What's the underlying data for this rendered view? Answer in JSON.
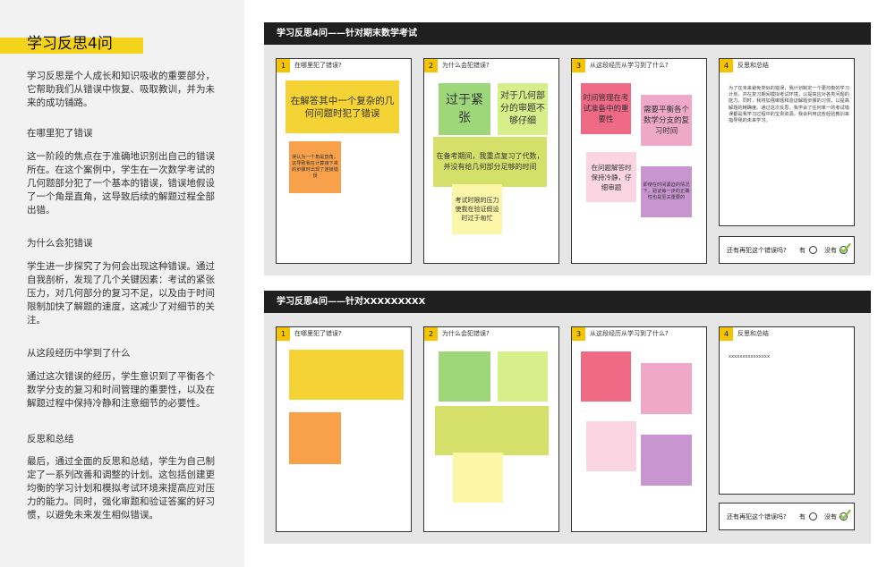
{
  "sidebar": {
    "title": "学习反思4问",
    "intro": "学习反思是个人成长和知识吸收的重要部分，它帮助我们从错误中恢复、吸取教训，并为未来的成功铺路。",
    "sections": [
      {
        "heading": "在哪里犯了错误",
        "text": "这一阶段的焦点在于准确地识别出自己的错误所在。在这个案例中，学生在一次数学考试的几何题部分犯了一个基本的错误，错误地假设了一个角是直角，这导致后续的解题过程全部出错。"
      },
      {
        "heading": "为什么会犯错误",
        "text": "学生进一步探究了为何会出现这种错误。通过自我剖析，发现了几个关键因素：考试的紧张压力，对几何部分的复习不足，以及由于时间限制加快了解题的速度，这减少了对细节的关注。"
      },
      {
        "heading": "从这段经历中学到了什么",
        "text": "通过这次错误的经历，学生意识到了平衡各个数学分支的复习和时间管理的重要性，以及在解题过程中保持冷静和注意细节的必要性。"
      },
      {
        "heading": "反思和总结",
        "text": "最后，通过全面的反思和总结，学生为自己制定了一系列改善和调整的计划。这包括创建更均衡的学习计划和模拟考试环境来提高应对压力的能力。同时，强化审题和验证答案的好习惯，以避免未来发生相似错误。"
      }
    ]
  },
  "columns": [
    {
      "num": "1",
      "label": "在哪里犯了错误?"
    },
    {
      "num": "2",
      "label": "为什么会犯错误?"
    },
    {
      "num": "3",
      "label": "从这段经历从学习到了什么?"
    },
    {
      "num": "4",
      "label": "反思和总结"
    }
  ],
  "board1": {
    "title": "学习反思4问——针对期末数学考试",
    "notes": {
      "c1a": "在解答其中一个复杂的几何问题时犯了错误",
      "c1b": "误认为一个角是直角，这导致我在计算接下来的步骤时出现了连锁错误",
      "c2a": "过于紧张",
      "c2b": "对于几何部分的审题不够仔细",
      "c2c": "在备考期间，我重点复习了代数，并没有给几何部分足够的时间",
      "c2d": "考试时限的压力使我在验证假设时过于匆忙",
      "c3a": "时间管理在考试准备中的重要性",
      "c3b": "需要平衡各个数学分支的复习时间",
      "c3c": "在问题解答时保持冷静，仔细审题",
      "c3d": "即使在时间紧迫的情况下，验证每一步的正确性也是至关重要的"
    },
    "summary": "为了在未来避免类似的错误，我计划制定一个更均衡的学习计划，并在复习期间模拟考试环境，以提高应对各类问题的能力。同时，我将加强审题和验证解题步骤的习惯，以提高解题的精确度。通过这次反思，我学会了任何单一的考试错误都是我学习过程中的宝贵资源，我会利用这些经验教训来指导我的未来学习。"
  },
  "board2": {
    "title": "学习反思4问——针对XXXXXXXXX",
    "summary": "xxxxxxxxxxxxxxx"
  },
  "check": {
    "question": "还有再犯这个错误吗?",
    "yes": "有",
    "no": "没有"
  },
  "colors": {
    "accent_yellow": "#f5d31a",
    "header_dark": "#1f1f1f",
    "check_green": "#8bc34a"
  }
}
